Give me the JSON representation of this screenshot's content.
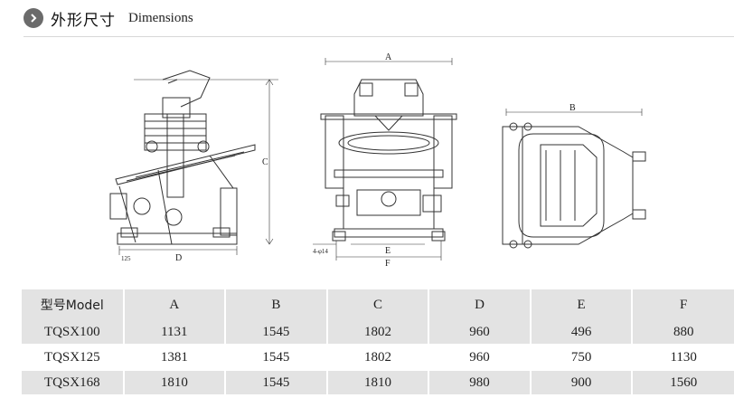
{
  "header": {
    "icon": "chevron-right-icon",
    "title_cn": "外形尺寸",
    "title_en": "Dimensions"
  },
  "drawing_labels": {
    "side": {
      "c": "C",
      "d": "D",
      "w": "125"
    },
    "front": {
      "a": "A",
      "e": "E",
      "f": "F",
      "holes": "4-φ14"
    },
    "top": {
      "b": "B"
    }
  },
  "table": {
    "headers": [
      "型号Model",
      "A",
      "B",
      "C",
      "D",
      "E",
      "F"
    ],
    "rows": [
      [
        "TQSX100",
        "1131",
        "1545",
        "1802",
        "960",
        "496",
        "880"
      ],
      [
        "TQSX125",
        "1381",
        "1545",
        "1802",
        "960",
        "750",
        "1130"
      ],
      [
        "TQSX168",
        "1810",
        "1545",
        "1810",
        "980",
        "900",
        "1560"
      ]
    ]
  }
}
